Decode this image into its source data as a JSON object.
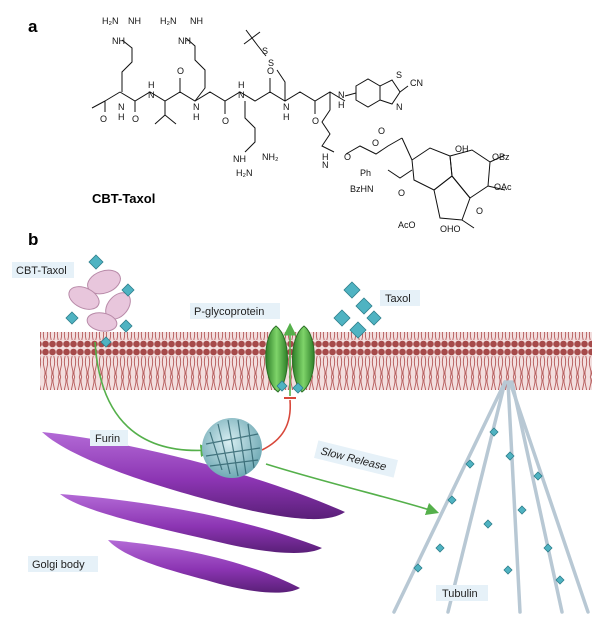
{
  "panel_a": {
    "label": "a",
    "compound_name": "CBT-Taxol",
    "atoms": {
      "h2n": "H₂N",
      "nh": "NH",
      "nh2": "NH₂",
      "n": "N",
      "h": "H",
      "o": "O",
      "s": "S",
      "cn": "CN",
      "ph": "Ph",
      "bzhn": "BzHN",
      "obz": "OBz",
      "oh": "OH",
      "oac": "OAc",
      "aco": "AcO",
      "oho": "OHO"
    }
  },
  "panel_b": {
    "label": "b",
    "labels": {
      "cbt_taxol": "CBT-Taxol",
      "taxol": "Taxol",
      "p_glycoprotein": "P-glycoprotein",
      "furin": "Furin",
      "slow_release": "Slow Release",
      "golgi_body": "Golgi body",
      "tubulin": "Tubulin"
    },
    "colors": {
      "membrane": "#a64a4a",
      "golgi": "#8c35b3",
      "taxol_diamond": "#4fb3c2",
      "p_glycoprotein": "#3fae3a",
      "cbt_monomer": "#e8c6dc",
      "arrow_green": "#55b04b",
      "inhibit_red": "#d8483b",
      "tubulin": "#b8c8d4"
    }
  }
}
